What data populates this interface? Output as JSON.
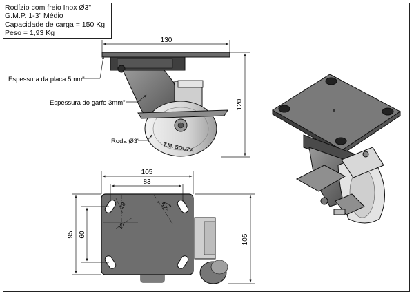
{
  "spec": {
    "title": "Rodízio com freio Inox Ø3\"",
    "model": "G.M.P. 1-3\" Médio",
    "capacity": "Capacidade de carga = 150 Kg",
    "weight": "Peso = 1,93 Kg"
  },
  "side_view": {
    "dim_width": "130",
    "dim_height": "120",
    "label_plate": "Espessura da placa 5mm\"",
    "label_fork": "Espessura do garfo 3mm\"",
    "label_wheel": "Roda Ø3\"",
    "wheel_brand": "T.M. SOUZA"
  },
  "top_view": {
    "dim_outer_width": "105",
    "dim_hole_spacing_x": "83",
    "dim_outer_height": "95",
    "dim_hole_spacing_y": "60",
    "dim_total_height": "105",
    "dim_slot_length": "18",
    "dim_slot_width": "10",
    "dim_angle": "57°"
  },
  "colors": {
    "line": "#1a1a1a",
    "plate_dark": "#4a4a4a",
    "plate_light": "#8a8a8a",
    "wheel": "#dcdcdc"
  }
}
